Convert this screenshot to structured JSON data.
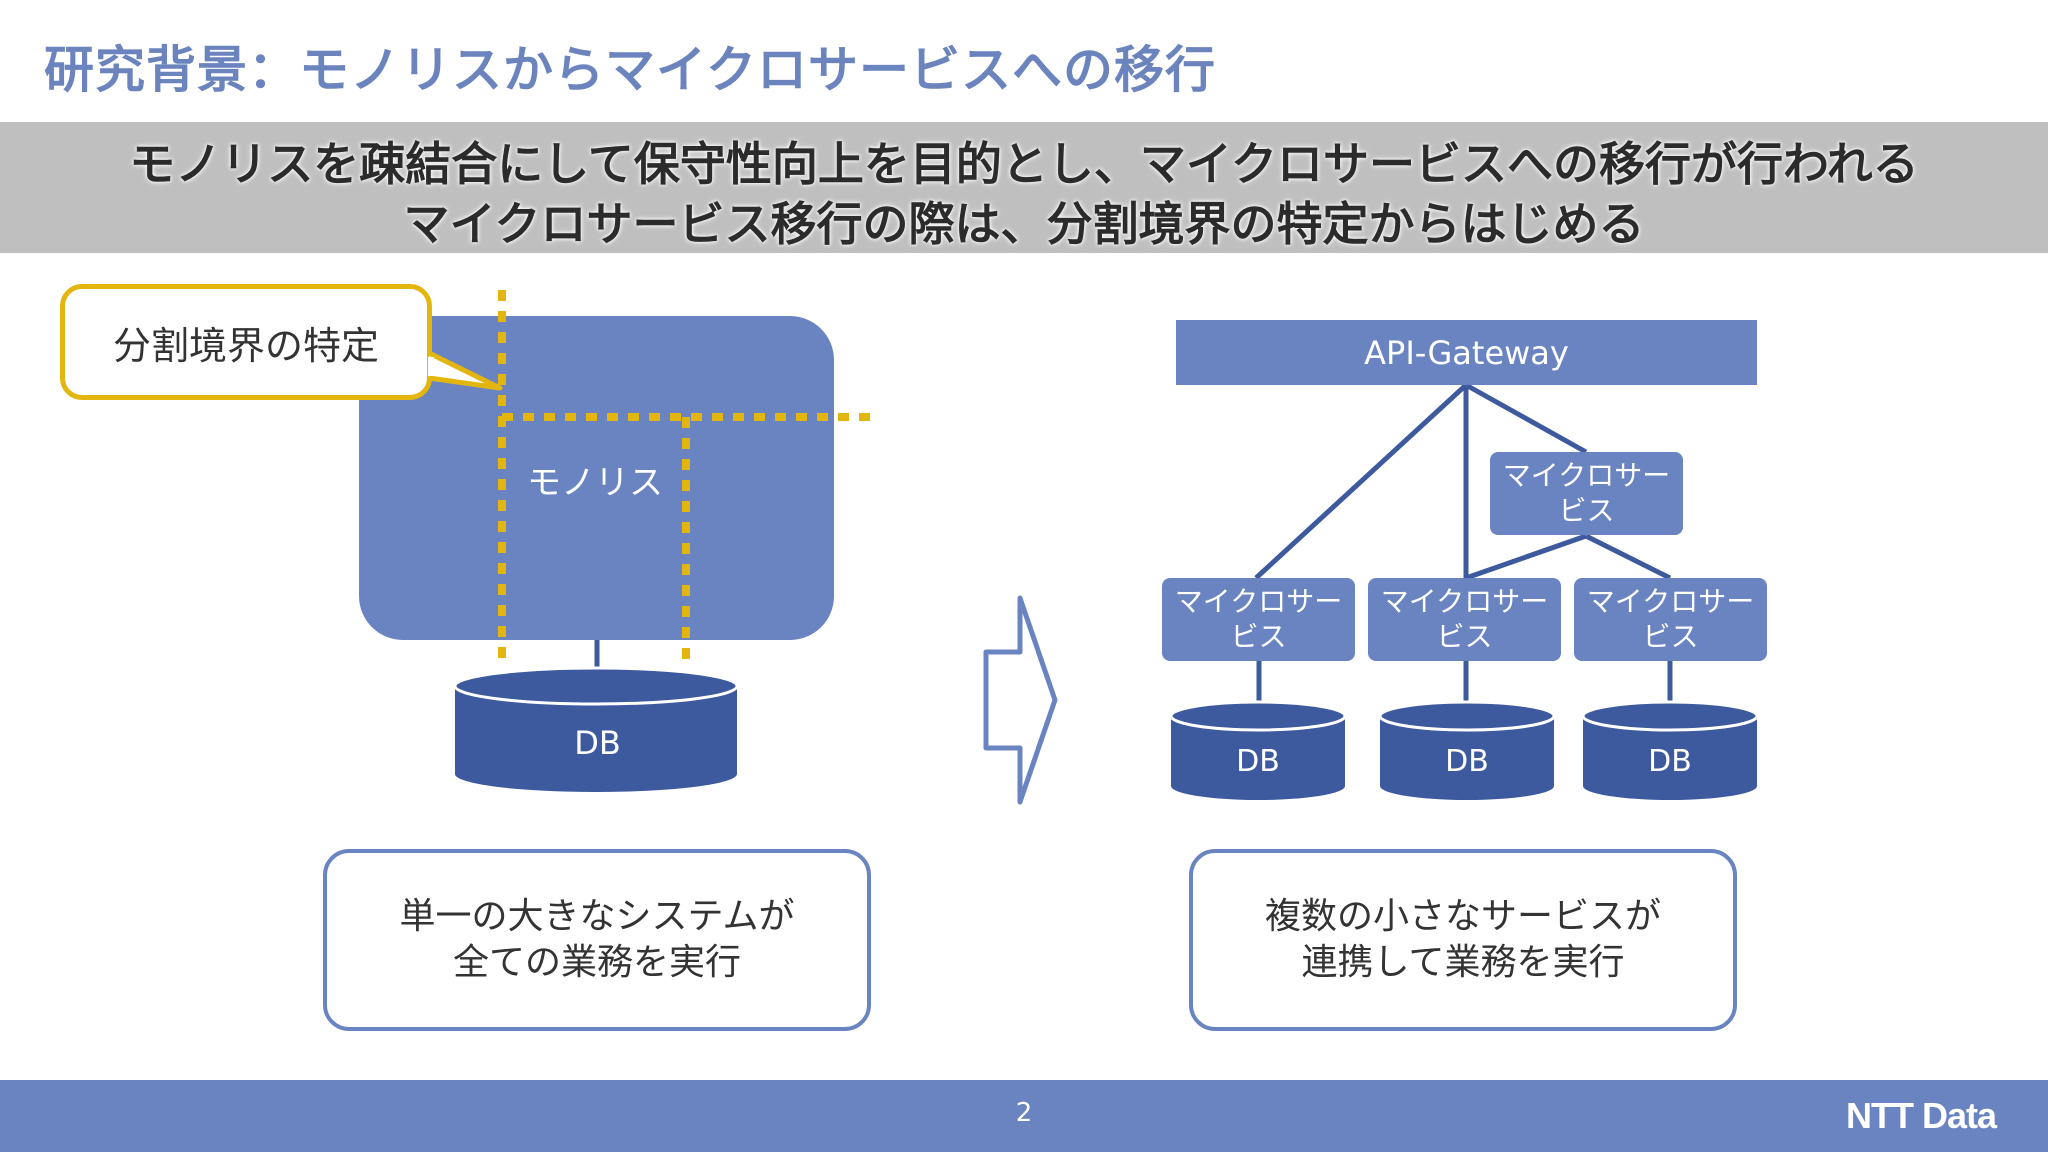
{
  "title": "研究背景：モノリスからマイクロサービスへの移行",
  "banner": {
    "line1": "モノリスを疎結合にして保守性向上を目的とし、マイクロサービスへの移行が行われる",
    "line2": "マイクロサービス移行の際は、分割境界の特定からはじめる"
  },
  "left": {
    "callout": "分割境界の特定",
    "monolith": "モノリス",
    "db": "DB",
    "description": {
      "line1": "単一の大きなシステムが",
      "line2": "全ての業務を実行"
    }
  },
  "right": {
    "gateway": "API-Gateway",
    "microservice_line1": "マイクロサー",
    "microservice_line2": "ビス",
    "db": "DB",
    "description": {
      "line1": "複数の小さなサービスが",
      "line2": "連携して業務を実行"
    }
  },
  "footer": {
    "page": "2",
    "logo": "NTT Data"
  },
  "colors": {
    "title": "#6b84be",
    "block": "#6a84c1",
    "database": "#3d5a9e",
    "boundary": "#e3b60f",
    "banner": "#bfbfbf",
    "footer": "#6a84c1"
  }
}
